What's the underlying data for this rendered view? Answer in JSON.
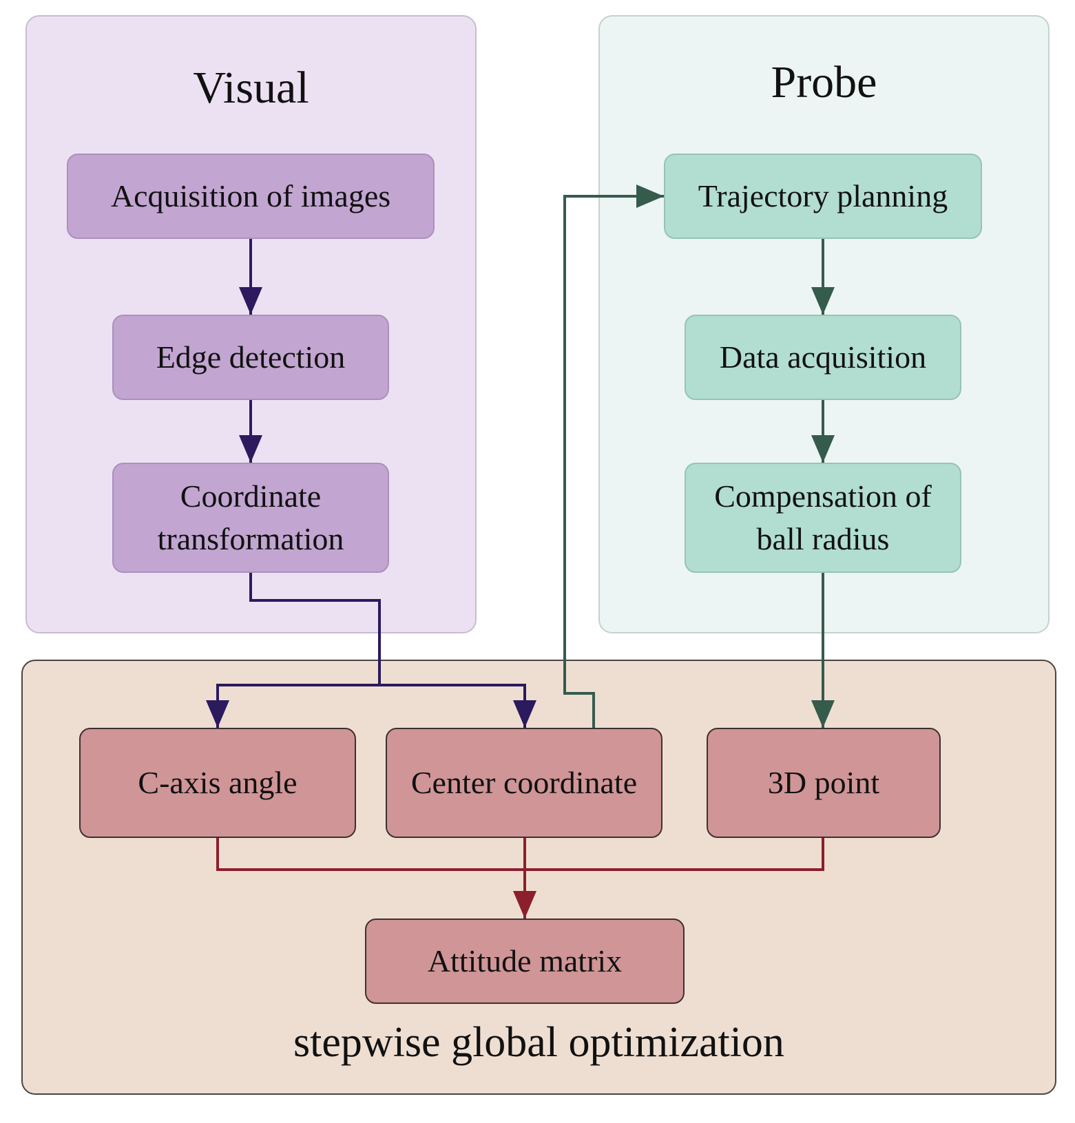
{
  "colors": {
    "visual_panel": "#ece1f3",
    "visual_node": "#c2a5d1",
    "visual_arrow": "#2b1a5e",
    "probe_panel": "#ecf5f3",
    "probe_node": "#b2ddd1",
    "probe_arrow": "#355b4c",
    "optimization_panel": "#eeded2",
    "optimization_node": "#d09597",
    "optimization_arrow": "#8c1f2b"
  },
  "groups": {
    "visual": {
      "label": "Visual"
    },
    "probe": {
      "label": "Probe"
    },
    "optimization": {
      "label": "stepwise global optimization"
    }
  },
  "nodes": {
    "acquisition_images": "Acquisition of images",
    "edge_detection": "Edge detection",
    "coordinate_transformation": "Coordinate transformation",
    "trajectory_planning": "Trajectory planning",
    "data_acquisition": "Data acquisition",
    "compensation_ball_radius": "Compensation of ball radius",
    "c_axis_angle": "C-axis angle",
    "center_coordinate": "Center coordinate",
    "point_3d": "3D point",
    "attitude_matrix": "Attitude matrix"
  },
  "edges": [
    {
      "from": "acquisition_images",
      "to": "edge_detection",
      "color": "visual_arrow"
    },
    {
      "from": "edge_detection",
      "to": "coordinate_transformation",
      "color": "visual_arrow"
    },
    {
      "from": "coordinate_transformation",
      "to": "c_axis_angle",
      "color": "visual_arrow"
    },
    {
      "from": "coordinate_transformation",
      "to": "center_coordinate",
      "color": "visual_arrow"
    },
    {
      "from": "center_coordinate",
      "to": "trajectory_planning",
      "color": "probe_arrow"
    },
    {
      "from": "trajectory_planning",
      "to": "data_acquisition",
      "color": "probe_arrow"
    },
    {
      "from": "data_acquisition",
      "to": "compensation_ball_radius",
      "color": "probe_arrow"
    },
    {
      "from": "compensation_ball_radius",
      "to": "point_3d",
      "color": "probe_arrow"
    },
    {
      "from": "c_axis_angle",
      "to": "attitude_matrix",
      "color": "optimization_arrow"
    },
    {
      "from": "center_coordinate",
      "to": "attitude_matrix",
      "color": "optimization_arrow"
    },
    {
      "from": "point_3d",
      "to": "attitude_matrix",
      "color": "optimization_arrow"
    }
  ]
}
